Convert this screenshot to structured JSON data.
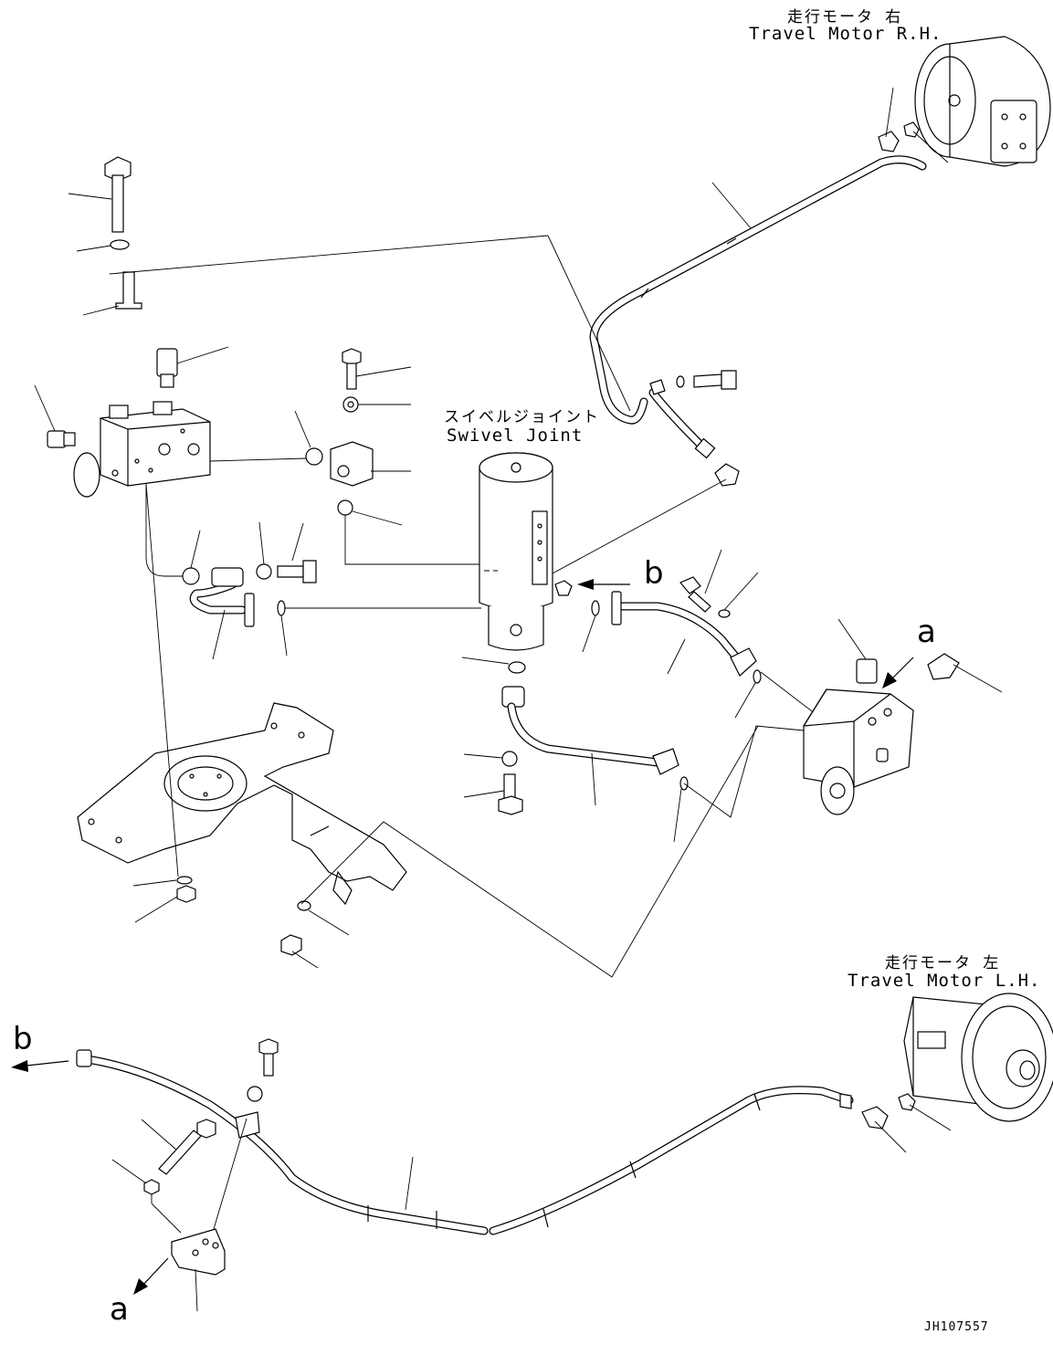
{
  "labels": {
    "motor_rh_jp": "走行モータ 右",
    "motor_rh_en": "Travel Motor R.H.",
    "swivel_jp": "スイベルジョイント",
    "swivel_en": "Swivel Joint",
    "motor_lh_jp": "走行モータ 左",
    "motor_lh_en": "Travel Motor L.H.",
    "ref_a": "a",
    "ref_b": "b",
    "drawing_code": "JH107557"
  }
}
